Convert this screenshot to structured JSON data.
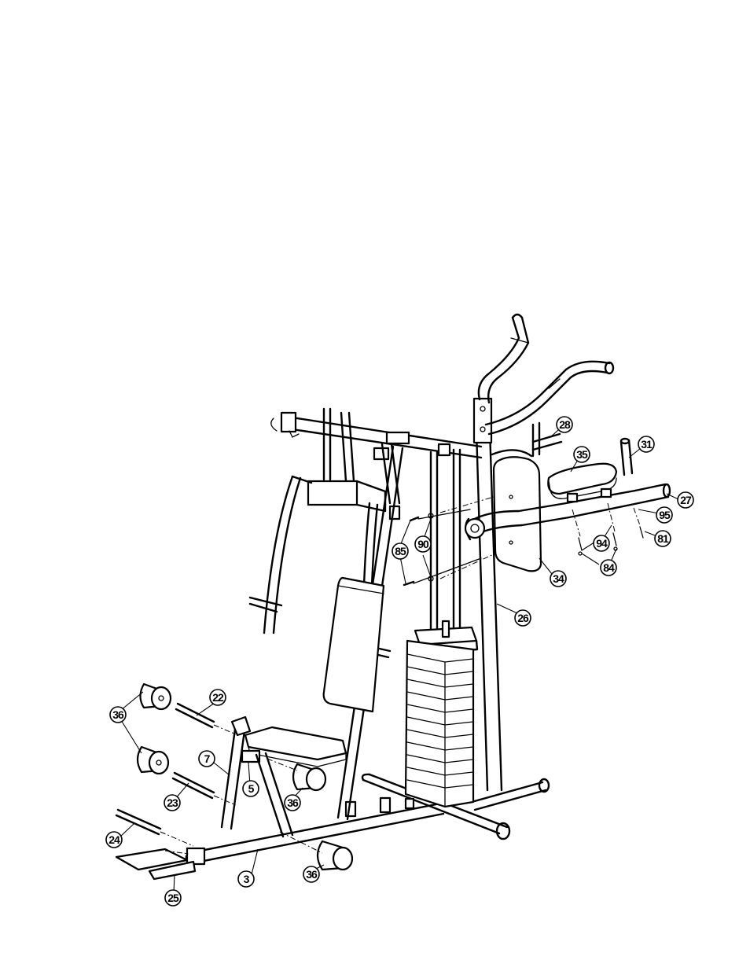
{
  "callouts": [
    {
      "id": "c28",
      "label": "28"
    },
    {
      "id": "c31",
      "label": "31"
    },
    {
      "id": "c35",
      "label": "35"
    },
    {
      "id": "c27",
      "label": "27"
    },
    {
      "id": "c95",
      "label": "95"
    },
    {
      "id": "c81",
      "label": "81"
    },
    {
      "id": "c94",
      "label": "94"
    },
    {
      "id": "c84",
      "label": "84"
    },
    {
      "id": "c34",
      "label": "34"
    },
    {
      "id": "c85",
      "label": "85"
    },
    {
      "id": "c90",
      "label": "90"
    },
    {
      "id": "c26",
      "label": "26"
    },
    {
      "id": "c22",
      "label": "22"
    },
    {
      "id": "c36a",
      "label": "36"
    },
    {
      "id": "c7",
      "label": "7"
    },
    {
      "id": "c5",
      "label": "5"
    },
    {
      "id": "c36b",
      "label": "36"
    },
    {
      "id": "c23",
      "label": "23"
    },
    {
      "id": "c24",
      "label": "24"
    },
    {
      "id": "c3",
      "label": "3"
    },
    {
      "id": "c36c",
      "label": "36"
    },
    {
      "id": "c25",
      "label": "25"
    }
  ]
}
